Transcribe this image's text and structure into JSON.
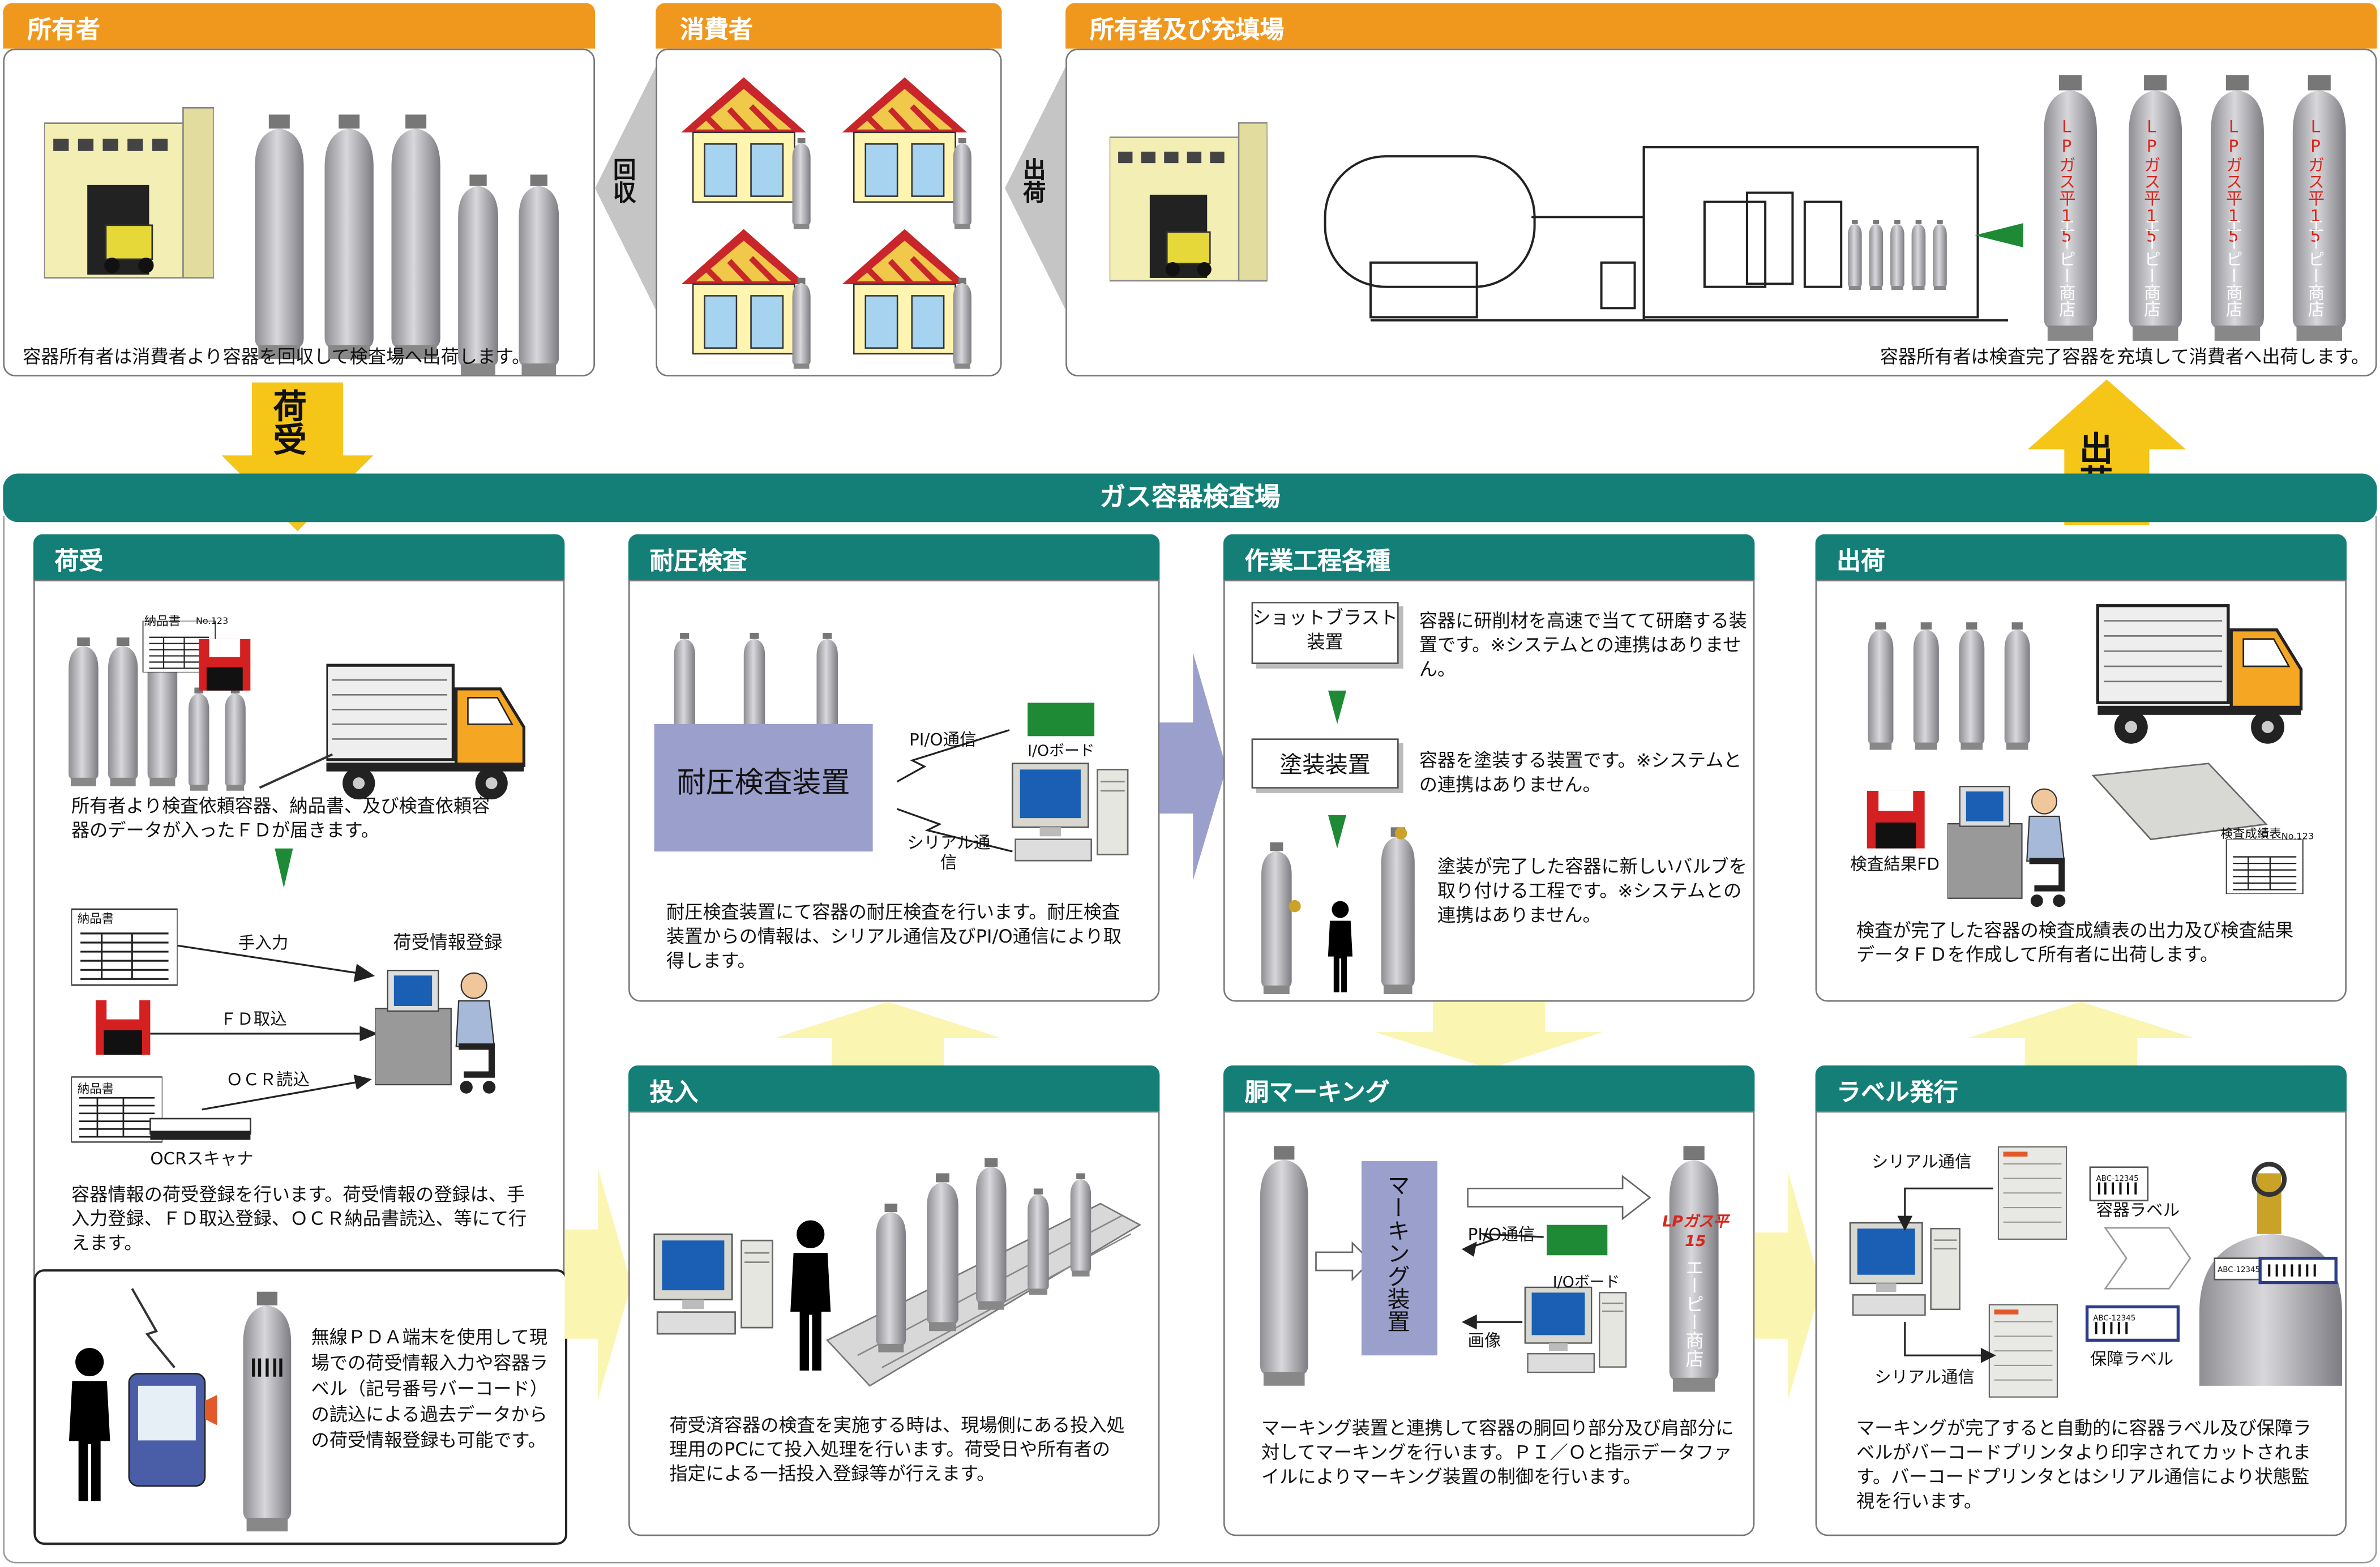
{
  "colors": {
    "orange": "#f0981e",
    "teal": "#137f77",
    "yellow_arrow": "#f5c518",
    "pale_yellow_arrow": "#fbf5b2",
    "lavender_arrow": "#9b9fcc",
    "gray_arrow": "#c5c5c5",
    "cylinder": "#c2c2c6",
    "red": "#d9261c",
    "green": "#1e8a36"
  },
  "top": {
    "owner": {
      "title": "所有者",
      "caption": "容器所有者は消費者より容器を回収して検査場へ出荷します。"
    },
    "consumer": {
      "title": "消費者"
    },
    "filling": {
      "title": "所有者及び充填場",
      "caption": "容器所有者は検査完了容器を充填して消費者へ出荷します。"
    },
    "arrow_collect": "回収",
    "arrow_ship": "出荷",
    "cylinder_label_top": "LPガス平15",
    "cylinder_label_name": "エーピー商店"
  },
  "banner": {
    "title": "ガス容器検査場"
  },
  "arrow_receive": "荷受",
  "arrow_outbound": "出荷",
  "receiving": {
    "title": "荷受",
    "delivery_note": "納品書",
    "note_no": "No.123",
    "caption1": "所有者より検査依頼容器、納品書、及び検査依頼容器のデータが入ったＦＤが届きます。",
    "manual_input": "手入力",
    "fd_import": "ＦＤ取込",
    "ocr_read": "ＯＣＲ読込",
    "registration": "荷受情報登録",
    "ocr_scanner": "OCRスキャナ",
    "caption2": "容器情報の荷受登録を行います。荷受情報の登録は、手入力登録、ＦＤ取込登録、ＯＣＲ納品書読込、等にて行えます。",
    "pda_caption": "無線ＰＤＡ端末を使用して現場での荷受情報入力や容器ラベル（記号番号バーコード）の読込による過去データからの荷受情報登録も可能です。"
  },
  "pressure": {
    "title": "耐圧検査",
    "device": "耐圧検査装置",
    "pio": "PI/O通信",
    "io_board": "I/Oボード",
    "serial": "シリアル通信",
    "caption": "耐圧検査装置にて容器の耐圧検査を行います。耐圧検査装置からの情報は、シリアル通信及びPI/O通信により取得します。"
  },
  "process": {
    "title": "作業工程各種",
    "shot": "ショットブラスト装置",
    "shot_desc": "容器に研削材を高速で当てて研磨する装置です。※システムとの連携はありません。",
    "paint": "塗装装置",
    "paint_desc": "容器を塗装する装置です。※システムとの連携はありません。",
    "valve_desc": "塗装が完了した容器に新しいバルブを取り付ける工程です。※システムとの連携はありません。"
  },
  "shipping": {
    "title": "出荷",
    "fd_label": "検査結果FD",
    "report_label": "検査成績表",
    "report_no": "No.123",
    "caption": "検査が完了した容器の検査成績表の出力及び検査結果データＦＤを作成して所有者に出荷します。"
  },
  "input": {
    "title": "投入",
    "caption": "荷受済容器の検査を実施する時は、現場側にある投入処理用のPCにて投入処理を行います。荷受日や所有者の指定による一括投入登録等が行えます。"
  },
  "marking": {
    "title": "胴マーキング",
    "device": "マーキング装置",
    "pio": "PI/O通信",
    "io_board": "I/Oボード",
    "image": "画像",
    "cyl_top": "LPガス平15",
    "cyl_name": "エーピー商店",
    "caption": "マーキング装置と連携して容器の胴回り部分及び肩部分に対してマーキングを行います。ＰＩ／Ｏと指示データファイルによりマーキング装置の制御を行います。"
  },
  "label": {
    "title": "ラベル発行",
    "serial_top": "シリアル通信",
    "serial_bottom": "シリアル通信",
    "container_label": "容器ラベル",
    "warranty_label": "保障ラベル",
    "barcode_code": "ABC-12345",
    "caption": "マーキングが完了すると自動的に容器ラベル及び保障ラベルがバーコードプリンタより印字されてカットされます。バーコードプリンタとはシリアル通信により状態監視を行います。"
  }
}
